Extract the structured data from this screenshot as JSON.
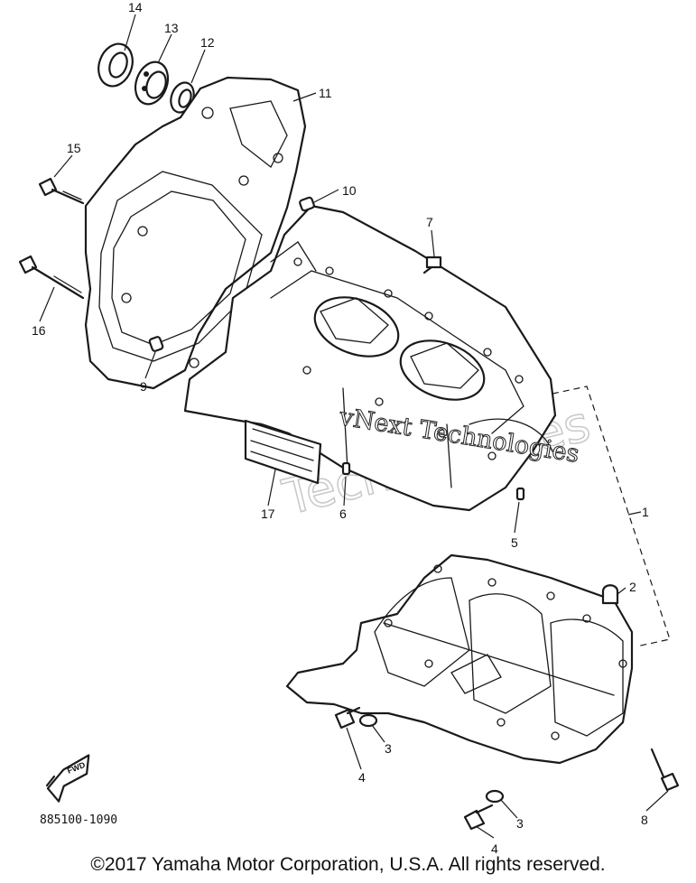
{
  "callouts": [
    {
      "id": "c1",
      "label": "1"
    },
    {
      "id": "c2",
      "label": "2"
    },
    {
      "id": "c3a",
      "label": "3"
    },
    {
      "id": "c3b",
      "label": "3"
    },
    {
      "id": "c4a",
      "label": "4"
    },
    {
      "id": "c4b",
      "label": "4"
    },
    {
      "id": "c5",
      "label": "5"
    },
    {
      "id": "c6",
      "label": "6"
    },
    {
      "id": "c7",
      "label": "7"
    },
    {
      "id": "c8",
      "label": "8"
    },
    {
      "id": "c9",
      "label": "9"
    },
    {
      "id": "c10",
      "label": "10"
    },
    {
      "id": "c11",
      "label": "11"
    },
    {
      "id": "c12",
      "label": "12"
    },
    {
      "id": "c13",
      "label": "13"
    },
    {
      "id": "c14",
      "label": "14"
    },
    {
      "id": "c15",
      "label": "15"
    },
    {
      "id": "c16",
      "label": "16"
    },
    {
      "id": "c17",
      "label": "17"
    }
  ],
  "watermark": {
    "primary": "vNext Technologies",
    "secondary": "Technologies"
  },
  "fwd_label": "FWD",
  "diagram_code": "885100-1090",
  "copyright": "©2017 Yamaha Motor Corporation, U.S.A. All rights reserved."
}
